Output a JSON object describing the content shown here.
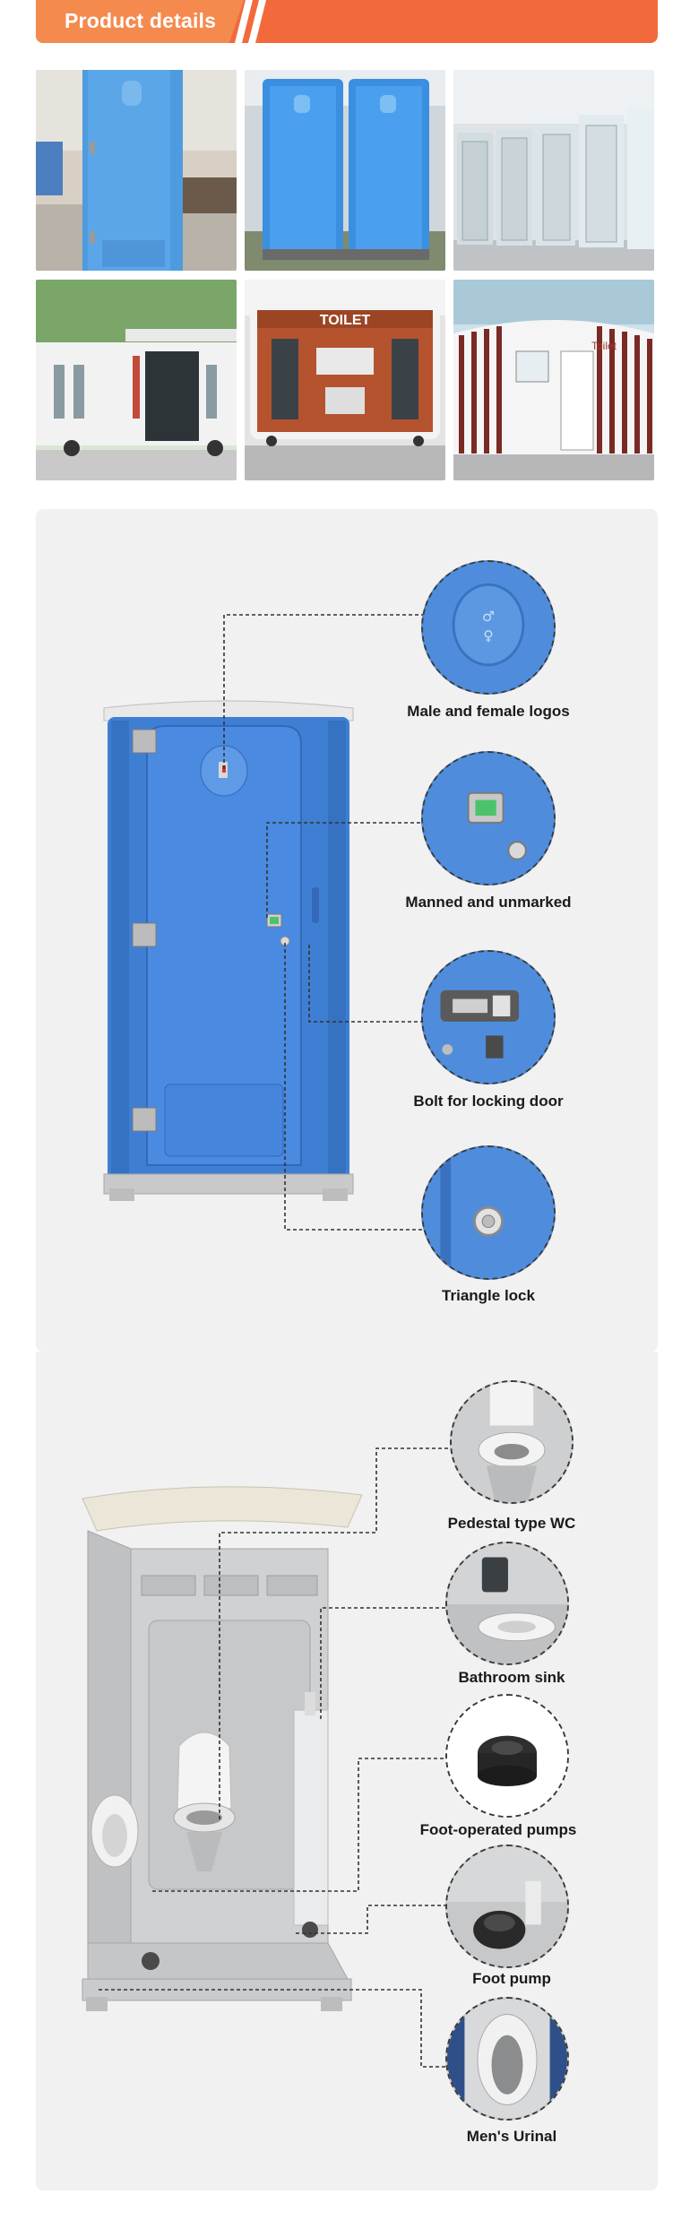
{
  "header": {
    "title": "Product details",
    "colors": {
      "bar": "#f26a3c",
      "tab": "#f58a4f"
    }
  },
  "photos": [
    {
      "name": "blue-single-toilet-photo"
    },
    {
      "name": "blue-double-toilet-photo"
    },
    {
      "name": "white-toilet-row-photo"
    },
    {
      "name": "white-mobile-toilet-photo"
    },
    {
      "name": "wood-toilet-cabin-photo",
      "sign": "TOILET"
    },
    {
      "name": "striped-toilet-cabin-photo",
      "sign": "Toilet"
    }
  ],
  "exterior_features": [
    {
      "label": "Male and female logos",
      "icon": "gender-logo-icon"
    },
    {
      "label": "Manned and unmarked",
      "icon": "occupancy-indicator-icon"
    },
    {
      "label": "Bolt for locking door",
      "icon": "door-bolt-icon"
    },
    {
      "label": "Triangle lock",
      "icon": "triangle-lock-icon"
    }
  ],
  "interior_features": [
    {
      "label": "Pedestal type WC",
      "icon": "pedestal-wc-icon"
    },
    {
      "label": "Bathroom sink",
      "icon": "bathroom-sink-icon"
    },
    {
      "label": "Foot-operated pumps",
      "icon": "foot-pump-icon"
    },
    {
      "label": "Foot pump",
      "icon": "foot-pump-pedal-icon"
    },
    {
      "label": "Men's Urinal",
      "icon": "urinal-icon"
    }
  ],
  "colors": {
    "panel": "#f1f1f1",
    "toilet_blue": "#4a86d4",
    "toilet_grey": "#c9c9c9"
  }
}
